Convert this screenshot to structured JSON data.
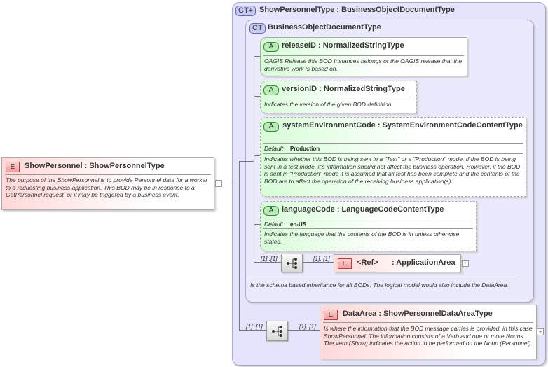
{
  "root": {
    "badge": "E",
    "name": "ShowPersonnel",
    "type": "ShowPersonnelType",
    "doc": "The purpose of the ShowPersonnel is to provide Personnel data for a worker to a requesting business application.  This BOD may be in response to a GetPersonnel request, or it may be triggered by a business event.",
    "toggle": "−"
  },
  "complex_type": {
    "badge": "CT+",
    "title": "ShowPersonnelType : BusinessObjectDocumentType"
  },
  "base_type": {
    "badge": "CT",
    "title": "BusinessObjectDocumentType",
    "doc": "Is the schema based inheritance for all BODs. The logical model would also include the DataArea."
  },
  "attributes": [
    {
      "badge": "A",
      "title": "releaseID : NormalizedStringType",
      "doc": "OAGIS Release this BOD Instances belongs or the OAGIS release that the derivative work is based on."
    },
    {
      "badge": "A",
      "title": "versionID : NormalizedStringType",
      "doc": "Indicates the version of the given BOD definition."
    },
    {
      "badge": "A",
      "title": "systemEnvironmentCode : SystemEnvironmentCodeContentType",
      "default_label": "Default",
      "default": "Production",
      "doc": "Indicates whether this BOD is being sent in a \"Test\" or a \"Production\" mode. If the BOD is being sent in a test mode, it's information should not affect the business operation. However, if the BOD is sent in \"Production\" mode it is assumed that all test has been complete and the contents of the BOD are to affect the operation of the receiving business application(s)."
    },
    {
      "badge": "A",
      "title": "languageCode : LanguageCodeContentType",
      "default_label": "Default",
      "default": "en-US",
      "doc": "Indicates the language that the contents of the BOD is in unless otherwise stated."
    }
  ],
  "application_area": {
    "seq_card": "[1]..[1]",
    "elem_card": "[1]..[1]",
    "badge": "E",
    "ref": "<Ref>",
    "name": ": ApplicationArea",
    "toggle": "+"
  },
  "data_area": {
    "seq_card": "[1]..[1]",
    "elem_card": "[1]..[1]",
    "badge": "E",
    "title": "DataArea : ShowPersonnelDataAreaType",
    "doc": "Is where the information that the BOD message carries is provided, in this case ShowPersonnel. The information consists of a Verb and one or more Nouns. The verb (Show) indicates the action to be performed on the Noun (Personnel).",
    "toggle": "+"
  }
}
